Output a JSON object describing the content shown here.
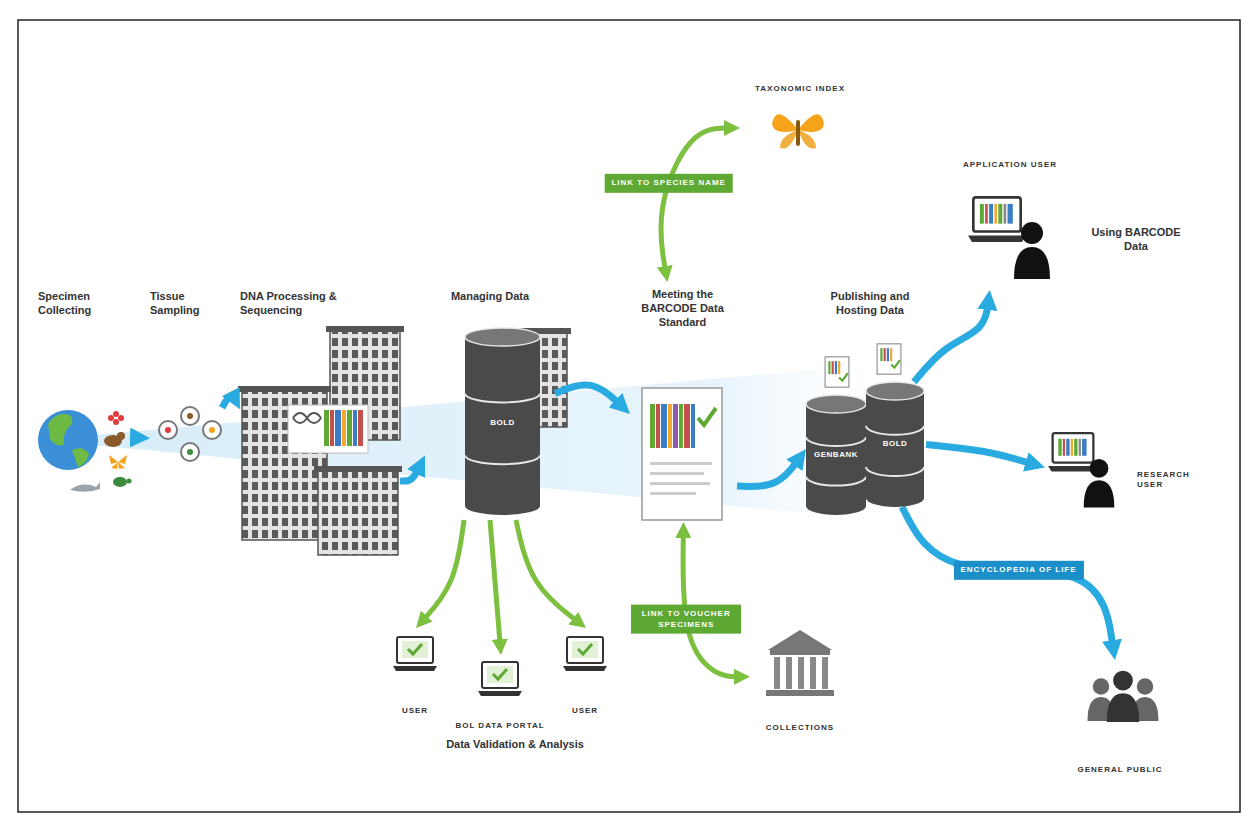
{
  "diagram": {
    "nodes": [
      {
        "text": [
          "Specimen Collecting"
        ]
      },
      {
        "text": [
          "Tissue Sampling"
        ]
      },
      {
        "text": [
          "DNA Processing & Sequencing"
        ]
      },
      {
        "text": [
          "Managing Data",
          "BOLD"
        ]
      },
      {
        "text": [
          "Meeting the BARCODE Data Standard"
        ]
      },
      {
        "text": [
          "TAXONOMIC INDEX"
        ]
      },
      {
        "text": [
          "COLLECTIONS"
        ]
      },
      {
        "text": [
          "USER"
        ]
      },
      {
        "text": [
          "BOL DATA PORTAL"
        ]
      },
      {
        "text": [
          "USER"
        ]
      },
      {
        "text": [
          "GENBANK"
        ]
      },
      {
        "text": [
          "BOLD"
        ]
      },
      {
        "text": [
          "APPLICATION USER"
        ]
      },
      {
        "text": [
          "RESEARCH USER"
        ]
      },
      {
        "text": [
          "GENERAL PUBLIC"
        ]
      }
    ],
    "edges": [
      {
        "from": 0,
        "to": 1,
        "arrow": "to"
      },
      {
        "from": 1,
        "to": 2,
        "arrow": "to"
      },
      {
        "from": 2,
        "to": 3,
        "arrow": "to"
      },
      {
        "from": 3,
        "to": 4,
        "arrow": "to"
      },
      {
        "from": 3,
        "to": 7,
        "arrow": "to"
      },
      {
        "from": 3,
        "to": 8,
        "arrow": "to"
      },
      {
        "from": 3,
        "to": 9,
        "arrow": "to"
      },
      {
        "from": 4,
        "to": 5,
        "label": "LINK TO SPECIES NAME",
        "arrow": "both"
      },
      {
        "from": 4,
        "to": 6,
        "label": "LINK TO VOUCHER SPECIMENS",
        "arrow": "both"
      },
      {
        "from": 4,
        "to": 10,
        "arrow": "to"
      },
      {
        "from": 11,
        "to": 12,
        "arrow": "to"
      },
      {
        "from": 11,
        "to": 13,
        "arrow": "to"
      },
      {
        "from": 11,
        "to": 14,
        "label": "ENCYCLOPEDIA OF LIFE",
        "arrow": "to"
      }
    ],
    "labels": [
      "Data Validation & Analysis",
      "Publishing and Hosting Data",
      "Using BARCODE Data"
    ]
  }
}
